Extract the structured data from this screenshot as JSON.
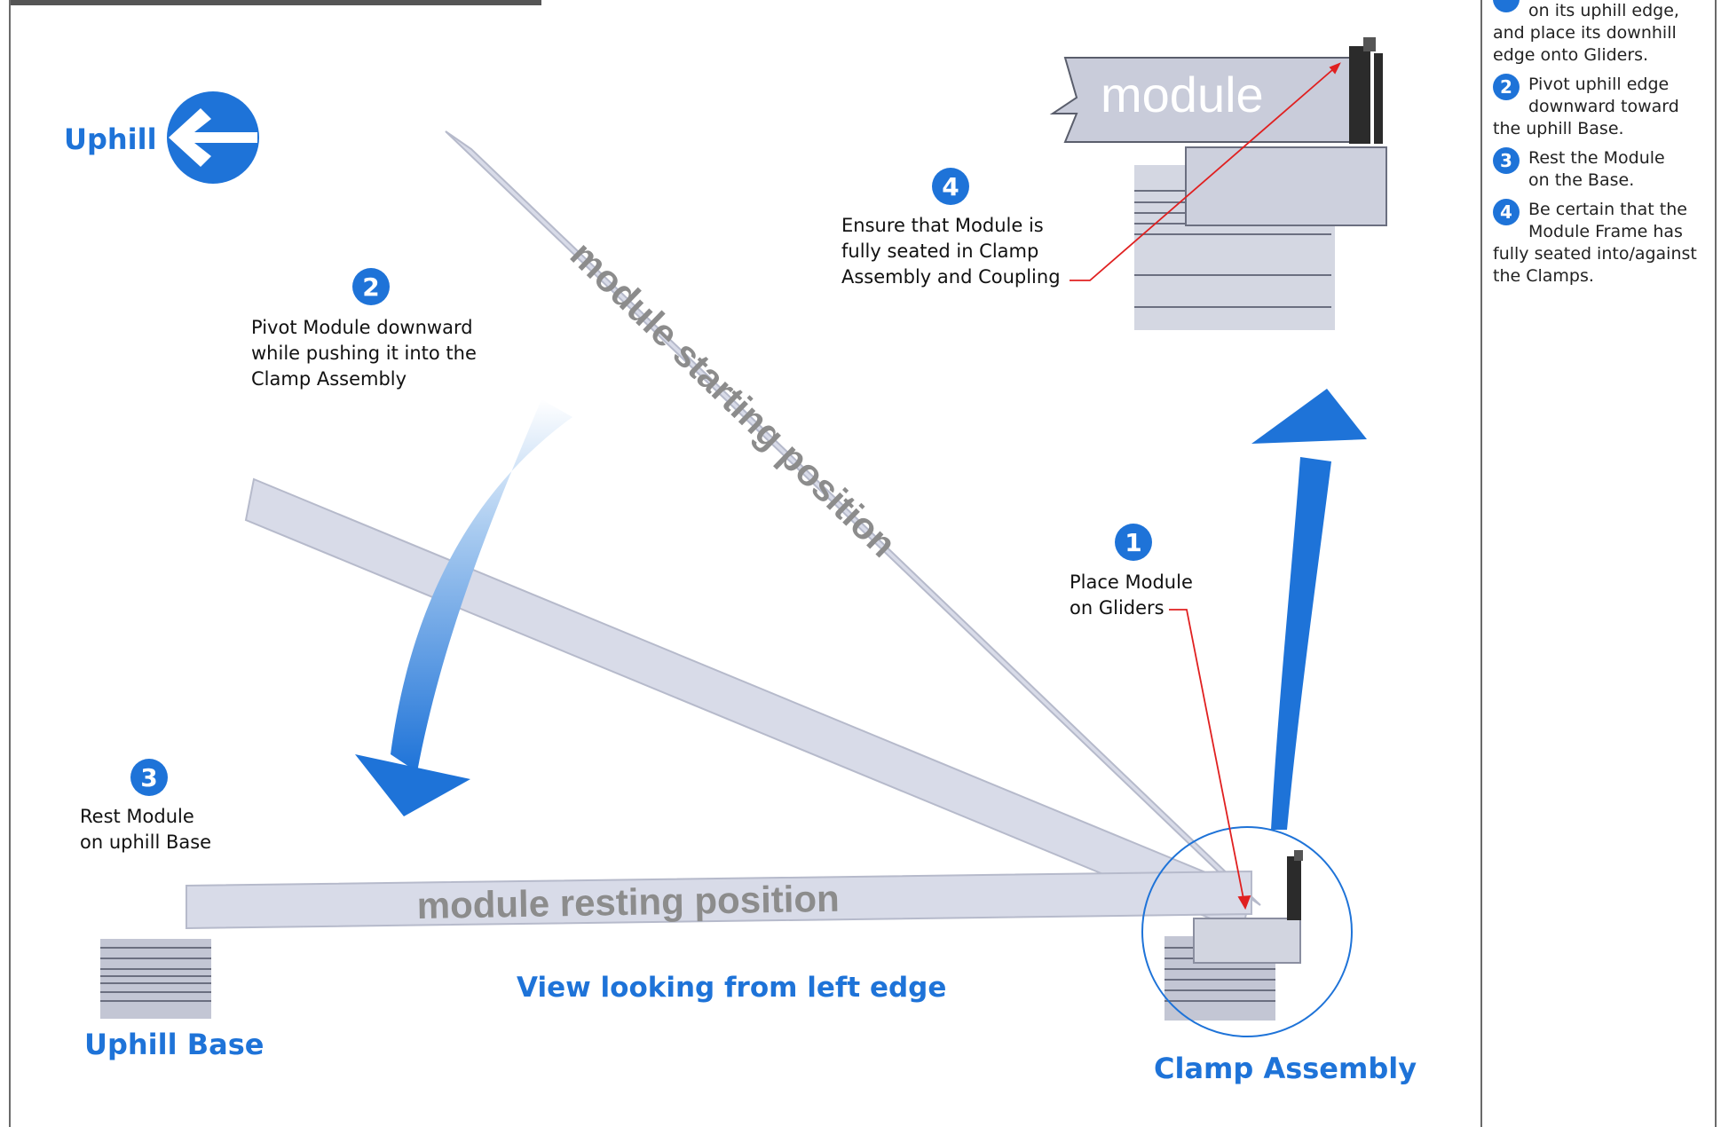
{
  "labels": {
    "uphill": "Uphill",
    "uphill_base": "Uphill Base",
    "clamp_assembly": "Clamp Assembly",
    "view_caption": "View looking from left edge",
    "module_top": "module",
    "module_starting": "module starting position",
    "module_resting": "module resting position"
  },
  "callouts": [
    {
      "num": "1",
      "text_lines": [
        "Place Module",
        "on Gliders"
      ]
    },
    {
      "num": "2",
      "text_lines": [
        "Pivot Module downward",
        "while pushing it into the",
        "Clamp Assembly"
      ]
    },
    {
      "num": "3",
      "text_lines": [
        "Rest Module",
        "on uphill Base"
      ]
    },
    {
      "num": "4",
      "text_lines": [
        "Ensure that Module is",
        "fully seated in Clamp",
        "Assembly and Coupling"
      ]
    }
  ],
  "side_panel": {
    "step1_partial": [
      "on its uphill edge,",
      "and place its downhill",
      "edge onto Gliders."
    ],
    "steps": [
      {
        "num": "2",
        "lines": [
          "Pivot uphill edge",
          "downward toward",
          "the uphill Base."
        ]
      },
      {
        "num": "3",
        "lines": [
          "Rest the Module",
          "on the Base."
        ]
      },
      {
        "num": "4",
        "lines": [
          "Be certain that the",
          "Module Frame has",
          "fully seated into/against",
          "the Clamps."
        ]
      }
    ]
  },
  "colors": {
    "accent": "#1e73d8",
    "module_fill": "#d8dbe8",
    "module_stroke": "#b6bacb",
    "module_text": "#8c8c8c",
    "callout_line": "#e02020"
  }
}
